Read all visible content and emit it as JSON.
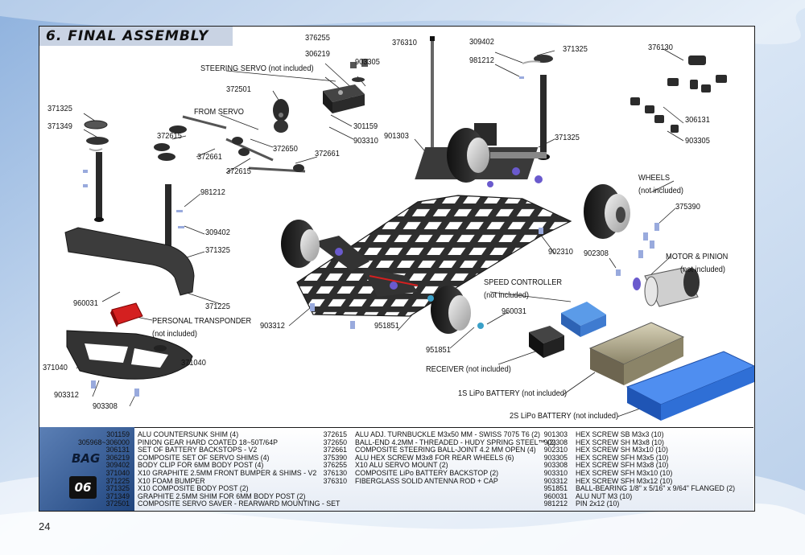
{
  "section_title": "6. FINAL ASSEMBLY",
  "page_number": "24",
  "bag": {
    "label": "BAG",
    "number": "06"
  },
  "callouts": {
    "c376255": "376255",
    "c306219": "306219",
    "c903305a": "903305",
    "c376310a": "376310",
    "c309402a": "309402",
    "c981212a": "981212",
    "c371325a": "371325",
    "c376130": "376130",
    "steering_servo": "STEERING SERVO (not included)",
    "c372501": "372501",
    "c371325b": "371325",
    "c371349": "371349",
    "from_servo": "FROM SERVO",
    "c301159": "301159",
    "c903310": "903310",
    "c901303": "901303",
    "c371325c": "371325",
    "c306131": "306131",
    "c903305b": "903305",
    "c372615a": "372615",
    "c372650": "372650",
    "c372661a": "372661",
    "c372661b": "372661",
    "c372615b": "372615",
    "wheels": "WHEELS",
    "wheels_note": "(not included)",
    "c981212b": "981212",
    "c375390": "375390",
    "c309402b": "309402",
    "c371325d": "371325",
    "c902310": "902310",
    "c902308": "902308",
    "motor_pinion": "MOTOR & PINION",
    "motor_note": "(not included)",
    "speed_controller": "SPEED CONTROLLER",
    "speed_note": "(not included)",
    "c960031a": "960031",
    "c371225": "371225",
    "c960031b": "960031",
    "personal_transponder": "PERSONAL TRANSPONDER",
    "transponder_note": "(not included)",
    "c903312a": "903312",
    "c951851a": "951851",
    "c951851b": "951851",
    "receiver": "RECEIVER (not included)",
    "c371040a": "371040",
    "c371040b": "371040",
    "battery_1s": "1S LiPo BATTERY (not included)",
    "c903312b": "903312",
    "c903308": "903308",
    "battery_2s": "2S LiPo BATTERY (not included)"
  },
  "parts_list": {
    "col1": [
      {
        "pn": "301159",
        "desc": "ALU COUNTERSUNK SHIM (4)"
      },
      {
        "pn": "305968~306000",
        "desc": "PINION GEAR HARD COATED 18~50T/64P"
      },
      {
        "pn": "306131",
        "desc": "SET OF BATTERY BACKSTOPS - V2"
      },
      {
        "pn": "306219",
        "desc": "COMPOSITE SET OF SERVO SHIMS (4)"
      },
      {
        "pn": "309402",
        "desc": "BODY CLIP FOR 6MM BODY POST (4)"
      },
      {
        "pn": "371040",
        "desc": "X10 GRAPHITE 2.5MM FRONT BUMPER & SHIMS - V2"
      },
      {
        "pn": "371225",
        "desc": "X10 FOAM BUMPER"
      },
      {
        "pn": "371325",
        "desc": "X10 COMPOSITE BODY POST (2)"
      },
      {
        "pn": "371349",
        "desc": "GRAPHITE 2.5MM SHIM FOR 6MM BODY POST (2)"
      },
      {
        "pn": "372501",
        "desc": "COMPOSITE SERVO SAVER - REARWARD MOUNTING - SET"
      }
    ],
    "col2": [
      {
        "pn": "372615",
        "desc": "ALU ADJ. TURNBUCKLE M3x50 MM - SWISS 7075 T6 (2)"
      },
      {
        "pn": "372650",
        "desc": "BALL-END 4.2MM - THREADED - HUDY SPRING STEEL™ (2)"
      },
      {
        "pn": "372661",
        "desc": "COMPOSITE STEERING BALL-JOINT 4.2 MM OPEN (4)"
      },
      {
        "pn": "375390",
        "desc": "ALU HEX SCREW M3x8 FOR REAR WHEELS (6)"
      },
      {
        "pn": "376255",
        "desc": "X10 ALU SERVO MOUNT (2)"
      },
      {
        "pn": "376130",
        "desc": "COMPOSITE LiPo BATTERY BACKSTOP (2)"
      },
      {
        "pn": "376310",
        "desc": "FIBERGLASS SOLID ANTENNA ROD + CAP"
      }
    ],
    "col3": [
      {
        "pn": "901303",
        "desc": "HEX SCREW SB M3x3  (10)"
      },
      {
        "pn": "902308",
        "desc": "HEX SCREW SH M3x8  (10)"
      },
      {
        "pn": "902310",
        "desc": "HEX SCREW SH M3x10  (10)"
      },
      {
        "pn": "903305",
        "desc": "HEX SCREW SFH M3x5  (10)"
      },
      {
        "pn": "903308",
        "desc": "HEX SCREW SFH M3x8  (10)"
      },
      {
        "pn": "903310",
        "desc": "HEX SCREW SFH M3x10  (10)"
      },
      {
        "pn": "903312",
        "desc": "HEX SCREW SFH M3x12  (10)"
      },
      {
        "pn": "951851",
        "desc": "BALL-BEARING 1/8\" x 5/16\" x 9/64\" FLANGED  (2)"
      },
      {
        "pn": "960031",
        "desc": "ALU NUT M3  (10)"
      },
      {
        "pn": "981212",
        "desc": "PIN 2x12  (10)"
      }
    ]
  },
  "colors": {
    "title_bar": "#c9d3e3",
    "bag_panel": "#2c5591",
    "chassis": "#3d3d3d",
    "anodized": "#6a5acd",
    "battery_blue": "#2f6fd6",
    "transponder_red": "#d42020"
  }
}
